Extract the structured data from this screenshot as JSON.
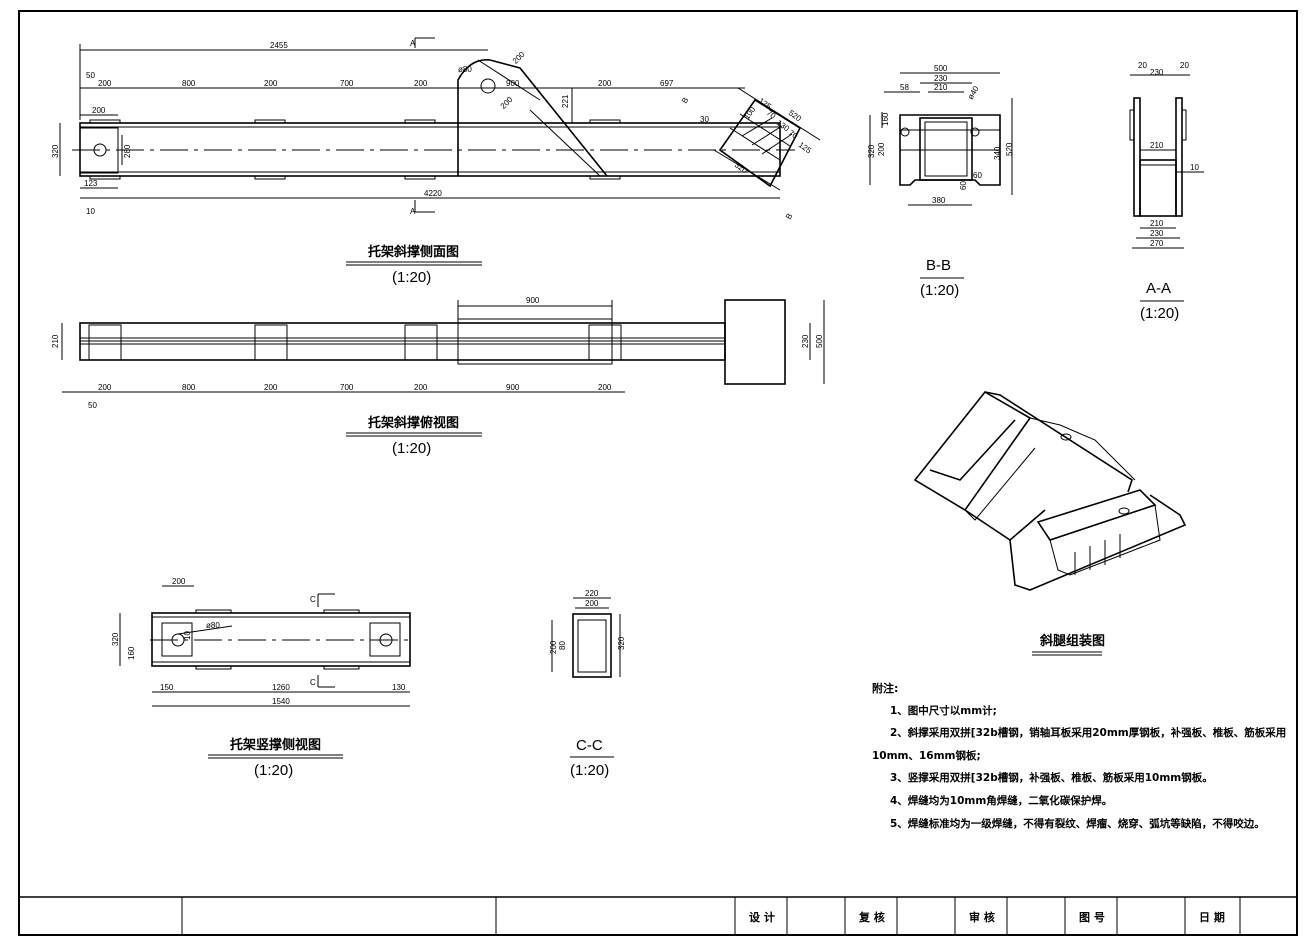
{
  "views": {
    "side": {
      "title": "托架斜撑侧面图",
      "scale": "(1:20)"
    },
    "plan": {
      "title": "托架斜撑俯视图",
      "scale": "(1:20)"
    },
    "vertical": {
      "title": "托架竖撑侧视图",
      "scale": "(1:20)"
    },
    "bb": {
      "title": "B-B",
      "scale": "(1:20)"
    },
    "aa": {
      "title": "A-A",
      "scale": "(1:20)"
    },
    "cc": {
      "title": "C-C",
      "scale": "(1:20)"
    },
    "assembly": {
      "title": "斜腿组装图"
    }
  },
  "dims": {
    "side": {
      "overall_top": "2455",
      "d50": "50",
      "s1": "200",
      "s2": "800",
      "s3": "200",
      "s4": "700",
      "s5": "200",
      "s6": "900",
      "s7": "200",
      "s8": "697",
      "phi": "ø80",
      "d200a": "200",
      "d200b": "200",
      "d221": "221",
      "d200c": "200",
      "d320": "320",
      "d280": "280",
      "d123": "123",
      "d4220": "4220",
      "d10": "10",
      "d30": "30",
      "r520": "520",
      "r125a": "125",
      "r70a": "70",
      "r130": "130",
      "r70b": "70",
      "r125b": "125",
      "r100": "100",
      "r320": "320",
      "secA": "A",
      "secB": "B"
    },
    "plan": {
      "d900top": "900",
      "d210": "210",
      "d230": "230",
      "d500": "500",
      "d50": "50",
      "b1": "200",
      "b2": "800",
      "b3": "200",
      "b4": "700",
      "b5": "200",
      "b6": "900",
      "b7": "200"
    },
    "bb": {
      "d500": "500",
      "d230": "230",
      "d58": "58",
      "d210": "210",
      "phi": "ø40",
      "d160": "160",
      "d320": "320",
      "d200": "200",
      "d340": "340",
      "d520": "520",
      "d60a": "60",
      "d60b": "60",
      "d380": "380"
    },
    "aa": {
      "d20a": "20",
      "d230": "230",
      "d20b": "20",
      "d210": "210",
      "d10": "10",
      "b210": "210",
      "b230": "230",
      "b270": "270"
    },
    "vertical": {
      "d200": "200",
      "phi": "ø80",
      "d320": "320",
      "d160": "160",
      "d10": "10",
      "d150": "150",
      "d1260": "1260",
      "d130": "130",
      "d1540": "1540",
      "secC": "C"
    },
    "cc": {
      "d220": "220",
      "d200w": "200",
      "d200h": "200",
      "d80": "80",
      "d320": "320"
    }
  },
  "notes": {
    "heading": "附注:",
    "items": [
      "1、图中尺寸以mm计;",
      "2、斜撑采用双拼[32b槽钢，销轴耳板采用20mm厚钢板，补强板、椎板、筋板采用",
      "10mm、16mm钢板;",
      "3、竖撑采用双拼[32b槽钢，补强板、椎板、筋板采用10mm钢板。",
      "4、焊缝均为10mm角焊缝，二氧化碳保护焊。",
      "5、焊缝标准均为一级焊缝，不得有裂纹、焊瘤、烧穿、弧坑等缺陷，不得咬边。"
    ]
  },
  "title_block": {
    "design": "设 计",
    "check": "复 核",
    "review": "审 核",
    "drawing_no": "图 号",
    "date": "日 期"
  }
}
